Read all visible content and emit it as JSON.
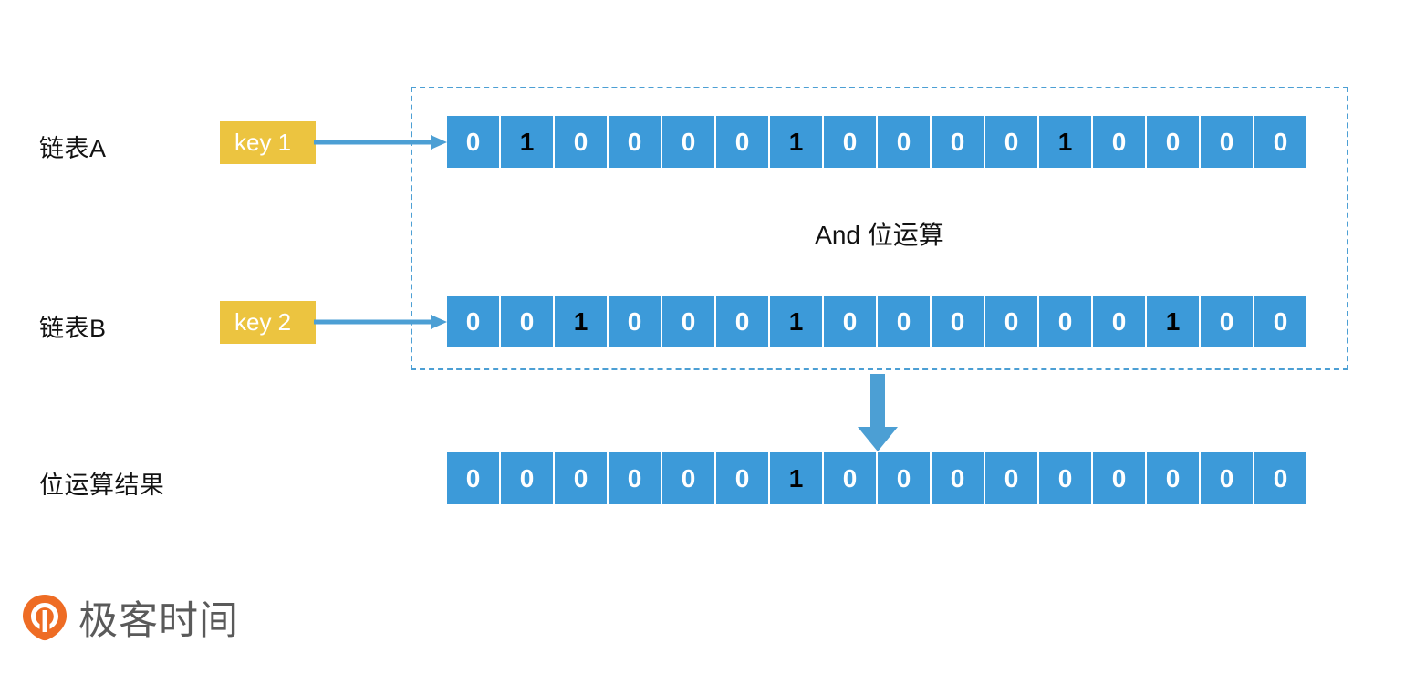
{
  "diagram": {
    "operation_caption": "And 位运算",
    "group_box_name": "and-operation-group",
    "colors": {
      "bit_cell": "#3C9AD9",
      "key_chip": "#ECC440",
      "dashed_border": "#4C9FD4",
      "arrow": "#4C9FD4",
      "bit_zero_text": "#FFFFFF",
      "bit_one_text": "#000000",
      "brand_orange": "#EE6C24",
      "brand_text": "#5A5A5A"
    },
    "rows": [
      {
        "id": "list-a",
        "label": "链表A",
        "key_label": "key 1",
        "bits": [
          0,
          1,
          0,
          0,
          0,
          0,
          1,
          0,
          0,
          0,
          0,
          1,
          0,
          0,
          0,
          0
        ]
      },
      {
        "id": "list-b",
        "label": "链表B",
        "key_label": "key 2",
        "bits": [
          0,
          0,
          1,
          0,
          0,
          0,
          1,
          0,
          0,
          0,
          0,
          0,
          0,
          1,
          0,
          0
        ]
      },
      {
        "id": "result",
        "label": "位运算结果",
        "key_label": null,
        "bits": [
          0,
          0,
          0,
          0,
          0,
          0,
          1,
          0,
          0,
          0,
          0,
          0,
          0,
          0,
          0,
          0
        ]
      }
    ]
  },
  "brand": {
    "name": "极客时间",
    "mark": "geek-time-pin-icon"
  }
}
